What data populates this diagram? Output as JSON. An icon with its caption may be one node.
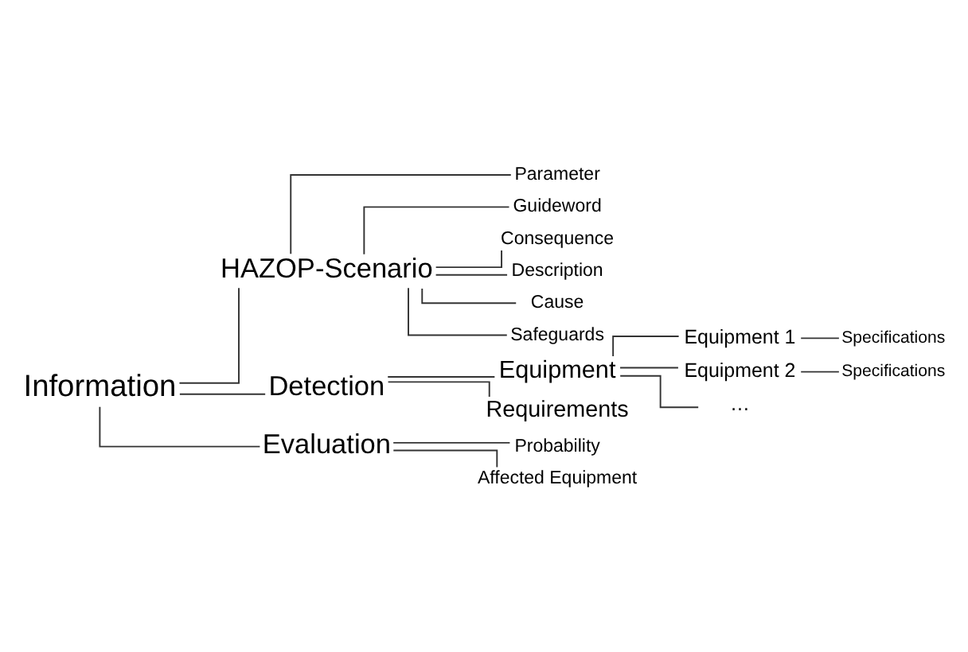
{
  "diagram": {
    "nodes": [
      {
        "text": [
          "Information"
        ]
      },
      {
        "text": [
          "HAZOP-Scenario"
        ]
      },
      {
        "text": [
          "Parameter"
        ]
      },
      {
        "text": [
          "Guideword"
        ]
      },
      {
        "text": [
          "Consequence"
        ]
      },
      {
        "text": [
          "Description"
        ]
      },
      {
        "text": [
          "Cause"
        ]
      },
      {
        "text": [
          "Safeguards"
        ]
      },
      {
        "text": [
          "Detection"
        ]
      },
      {
        "text": [
          "Equipment"
        ]
      },
      {
        "text": [
          "Equipment 1"
        ]
      },
      {
        "text": [
          "Specifications"
        ]
      },
      {
        "text": [
          "Equipment 2"
        ]
      },
      {
        "text": [
          "Specifications"
        ]
      },
      {
        "text": [
          "…"
        ]
      },
      {
        "text": [
          "Requirements"
        ]
      },
      {
        "text": [
          "Evaluation"
        ]
      },
      {
        "text": [
          "Probability"
        ]
      },
      {
        "text": [
          "Affected Equipment"
        ]
      }
    ],
    "edges": [
      {
        "from": 0,
        "to": 1,
        "arrow": "none"
      },
      {
        "from": 0,
        "to": 8,
        "arrow": "none"
      },
      {
        "from": 0,
        "to": 16,
        "arrow": "none"
      },
      {
        "from": 1,
        "to": 2,
        "arrow": "none"
      },
      {
        "from": 1,
        "to": 3,
        "arrow": "none"
      },
      {
        "from": 1,
        "to": 4,
        "arrow": "none"
      },
      {
        "from": 1,
        "to": 5,
        "arrow": "none"
      },
      {
        "from": 1,
        "to": 6,
        "arrow": "none"
      },
      {
        "from": 1,
        "to": 7,
        "arrow": "none"
      },
      {
        "from": 8,
        "to": 9,
        "arrow": "none"
      },
      {
        "from": 8,
        "to": 15,
        "arrow": "none"
      },
      {
        "from": 9,
        "to": 10,
        "arrow": "none"
      },
      {
        "from": 9,
        "to": 12,
        "arrow": "none"
      },
      {
        "from": 9,
        "to": 14,
        "arrow": "none"
      },
      {
        "from": 10,
        "to": 11,
        "arrow": "none"
      },
      {
        "from": 12,
        "to": 13,
        "arrow": "none"
      },
      {
        "from": 16,
        "to": 17,
        "arrow": "none"
      },
      {
        "from": 16,
        "to": 18,
        "arrow": "none"
      }
    ]
  }
}
